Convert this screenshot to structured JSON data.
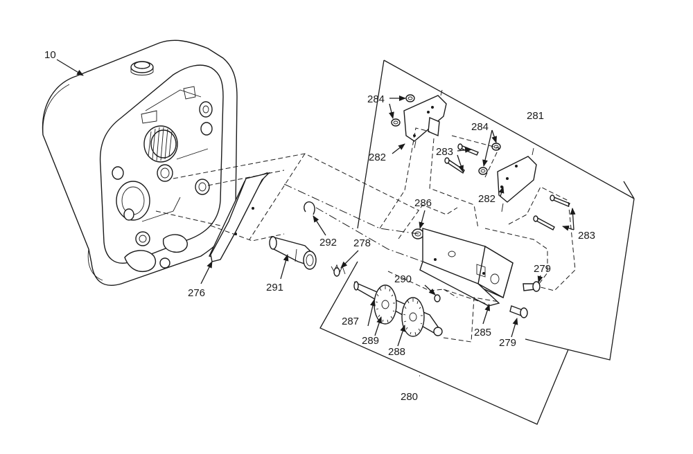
{
  "diagram": {
    "callouts": [
      {
        "id": "lbl-10",
        "text": "10"
      },
      {
        "id": "lbl-276",
        "text": "276"
      },
      {
        "id": "lbl-278",
        "text": "278"
      },
      {
        "id": "lbl-279a",
        "text": "279"
      },
      {
        "id": "lbl-279b",
        "text": "279"
      },
      {
        "id": "lbl-280",
        "text": "280"
      },
      {
        "id": "lbl-281",
        "text": "281"
      },
      {
        "id": "lbl-282a",
        "text": "282"
      },
      {
        "id": "lbl-282b",
        "text": "282"
      },
      {
        "id": "lbl-283a",
        "text": "283"
      },
      {
        "id": "lbl-283b",
        "text": "283"
      },
      {
        "id": "lbl-284a",
        "text": "284"
      },
      {
        "id": "lbl-284b",
        "text": "284"
      },
      {
        "id": "lbl-285",
        "text": "285"
      },
      {
        "id": "lbl-286",
        "text": "286"
      },
      {
        "id": "lbl-287",
        "text": "287"
      },
      {
        "id": "lbl-288",
        "text": "288"
      },
      {
        "id": "lbl-289",
        "text": "289"
      },
      {
        "id": "lbl-290",
        "text": "290"
      },
      {
        "id": "lbl-291",
        "text": "291"
      },
      {
        "id": "lbl-292",
        "text": "292"
      }
    ]
  }
}
